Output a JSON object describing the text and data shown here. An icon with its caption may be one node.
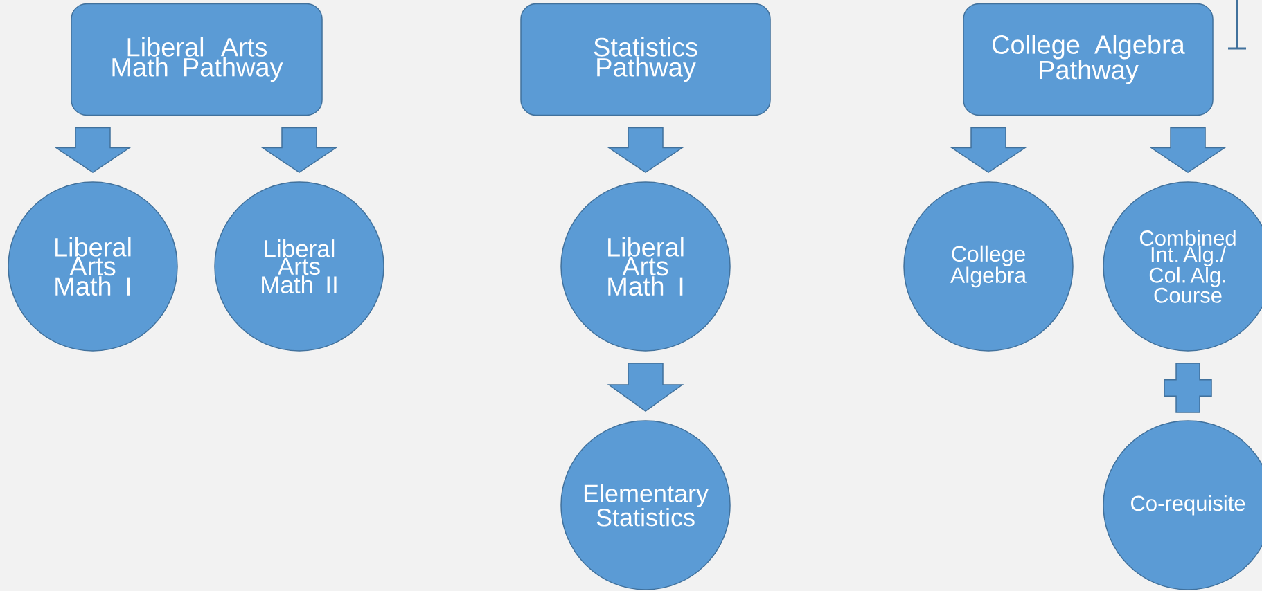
{
  "diagram": {
    "nodes": [
      {
        "text": [
          "Liberal Arts Math Pathway"
        ]
      },
      {
        "text": [
          "Statistics Pathway"
        ]
      },
      {
        "text": [
          "College Algebra Pathway"
        ]
      },
      {
        "text": [
          "Liberal Arts Math I"
        ]
      },
      {
        "text": [
          "Liberal Arts Math II"
        ]
      },
      {
        "text": [
          "Liberal Arts Math I"
        ]
      },
      {
        "text": [
          "College Algebra"
        ]
      },
      {
        "text": [
          "Combined Int. Alg./ Col. Alg. Course"
        ]
      },
      {
        "text": [
          "Elementary Statistics"
        ]
      },
      {
        "text": [
          "Co-requisite"
        ]
      }
    ],
    "edges": [
      {
        "from": 0,
        "to": 3,
        "arrow": "to"
      },
      {
        "from": 0,
        "to": 4,
        "arrow": "to"
      },
      {
        "from": 1,
        "to": 5,
        "arrow": "to"
      },
      {
        "from": 2,
        "to": 6,
        "arrow": "to"
      },
      {
        "from": 2,
        "to": 7,
        "arrow": "to"
      },
      {
        "from": 5,
        "to": 8,
        "arrow": "to"
      },
      {
        "from": 7,
        "to": 9,
        "arrow": "none"
      }
    ]
  }
}
